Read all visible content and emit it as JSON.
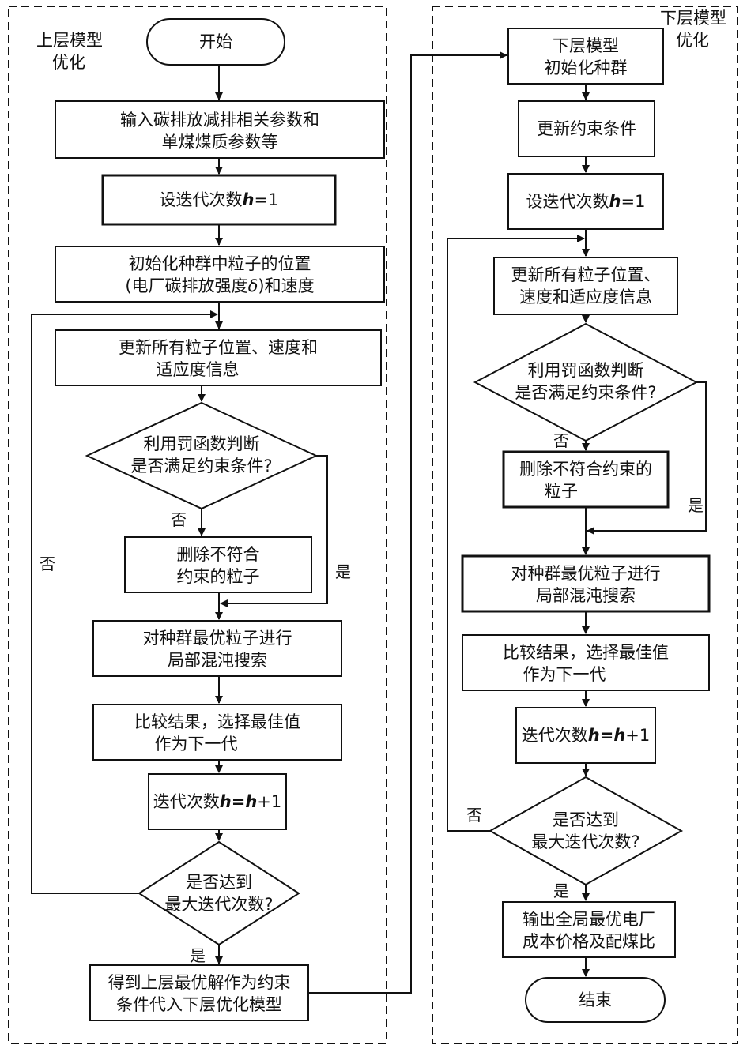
{
  "panels": {
    "upper": {
      "label_lines": [
        "上层模型",
        "优化"
      ]
    },
    "lower": {
      "label_lines": [
        "下层模型",
        "优化"
      ]
    }
  },
  "upper": {
    "start": "开始",
    "input": [
      "输入碳排放减排相关参数和",
      "单煤煤质参数等"
    ],
    "set_iter": [
      "设迭代次数",
      "h",
      "=1"
    ],
    "init": [
      "初始化种群中粒子的位置",
      "(电厂碳排放强度",
      "δ",
      ")和速度"
    ],
    "update": [
      "更新所有粒子位置、速度和",
      "适应度信息"
    ],
    "decision": [
      "利用罚函数判断",
      "是否满足约束条件?"
    ],
    "no_label": "否",
    "yes_label": "是",
    "delete": [
      "删除不符合",
      "约束的粒子"
    ],
    "chaos": [
      "对种群最优粒子进行",
      "局部混沌搜索"
    ],
    "compare": [
      "比较结果，选择最佳值",
      "作为下一代"
    ],
    "iter": [
      "迭代次数",
      "h",
      "=",
      "h",
      "+1"
    ],
    "maxcheck": [
      "是否达到",
      "最大迭代次数?"
    ],
    "loop_no_label": "否",
    "max_yes_label": "是",
    "result": [
      "得到上层最优解作为约束",
      "条件代入下层优化模型"
    ]
  },
  "lower": {
    "init": [
      "下层模型",
      "初始化种群"
    ],
    "update_constraints": "更新约束条件",
    "set_iter": [
      "设迭代次数",
      "h",
      "=1"
    ],
    "update": [
      "更新所有粒子位置、",
      "速度和适应度信息"
    ],
    "decision": [
      "利用罚函数判断",
      "是否满足约束条件?"
    ],
    "no_label": "否",
    "yes_label": "是",
    "delete": [
      "删除不符合约束的",
      "粒子"
    ],
    "chaos": [
      "对种群最优粒子进行",
      "局部混沌搜索"
    ],
    "compare": [
      "比较结果，选择最佳值",
      "作为下一代"
    ],
    "iter": [
      "迭代次数",
      "h",
      "=",
      "h",
      "+1"
    ],
    "maxcheck": [
      "是否达到",
      "最大迭代次数?"
    ],
    "loop_no_label": "否",
    "max_yes_label": "是",
    "output": [
      "输出全局最优电厂",
      "成本价格及配煤比"
    ],
    "end": "结束"
  }
}
